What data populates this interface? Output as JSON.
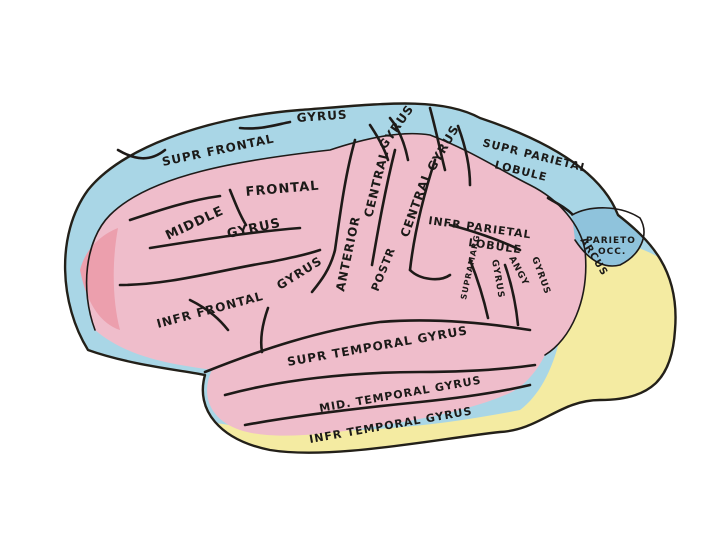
{
  "colors": {
    "background": "#ffffff",
    "superior_zone_blue": "#a9d6e6",
    "cortex_pink": "#efbdcb",
    "frontal_pole_red": "#ec9fad",
    "occipital_temporal_yellow": "#f4eba2",
    "parieto_occipital_blue": "#8fc3dc",
    "outline": "#232019"
  },
  "labels": {
    "supr_frontal_1": "SUPR FRONTAL",
    "supr_frontal_gyrus": "GYRUS",
    "frontal": "FRONTAL",
    "middle": "MIDDLE",
    "frontal_gyrus": "GYRUS",
    "infr_frontal": "INFR FRONTAL",
    "infr_frontal_gyrus": "GYRUS",
    "anterior": "ANTERIOR",
    "central_gyrus_a": "CENTRAL",
    "central_gyrus_b": "GYRUS",
    "posterior": "POSTR",
    "central_gyrus_c": "CENTRAL",
    "central_gyrus_d": "GYRUS",
    "supr_parietal": "SUPR PARIETAL",
    "lobule": "LOBULE",
    "infr_parietal": "INFR PARIETAL",
    "infr_lobule": "LOBULE",
    "supramarg": "SUPRAMARG.",
    "supramarg_gyrus": "GYRUS",
    "angy": "ANGY",
    "angy_gyrus": "GYRUS",
    "arcus": "ARCUS",
    "parieto": "PARIETO",
    "occ": "OCC.",
    "supr_temporal": "SUPR TEMPORAL GYRUS",
    "mid_temporal": "MID. TEMPORAL GYRUS",
    "infr_temporal": "INFR TEMPORAL GYRUS"
  }
}
